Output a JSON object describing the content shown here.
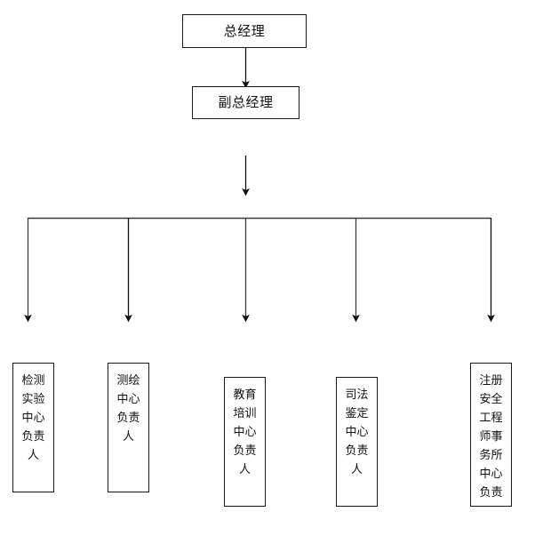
{
  "diagram": {
    "title_text": "",
    "type": "organizational-chart",
    "background_color": "#ffffff",
    "line_color": "#1a1a1a",
    "text_color": "#111111",
    "levels": [
      {
        "level": 1,
        "nodes": [
          {
            "id": "general-manager",
            "label": "总经理"
          }
        ]
      },
      {
        "level": 2,
        "nodes": [
          {
            "id": "deputy-general-manager",
            "label": "副总经理"
          }
        ]
      },
      {
        "level": 3,
        "nodes": [
          {
            "id": "testing-lab-center",
            "label": "检测实验中心负责人"
          },
          {
            "id": "surveying-center",
            "label": "测绘中心负责人"
          },
          {
            "id": "education-training-center",
            "label": "教育培训中心负责人"
          },
          {
            "id": "judicial-appraisal-center",
            "label": "司法鉴定中心负责人"
          },
          {
            "id": "registered-safety-engineer-office",
            "label": "注册安全工程师事务所中心负责"
          }
        ]
      }
    ]
  }
}
